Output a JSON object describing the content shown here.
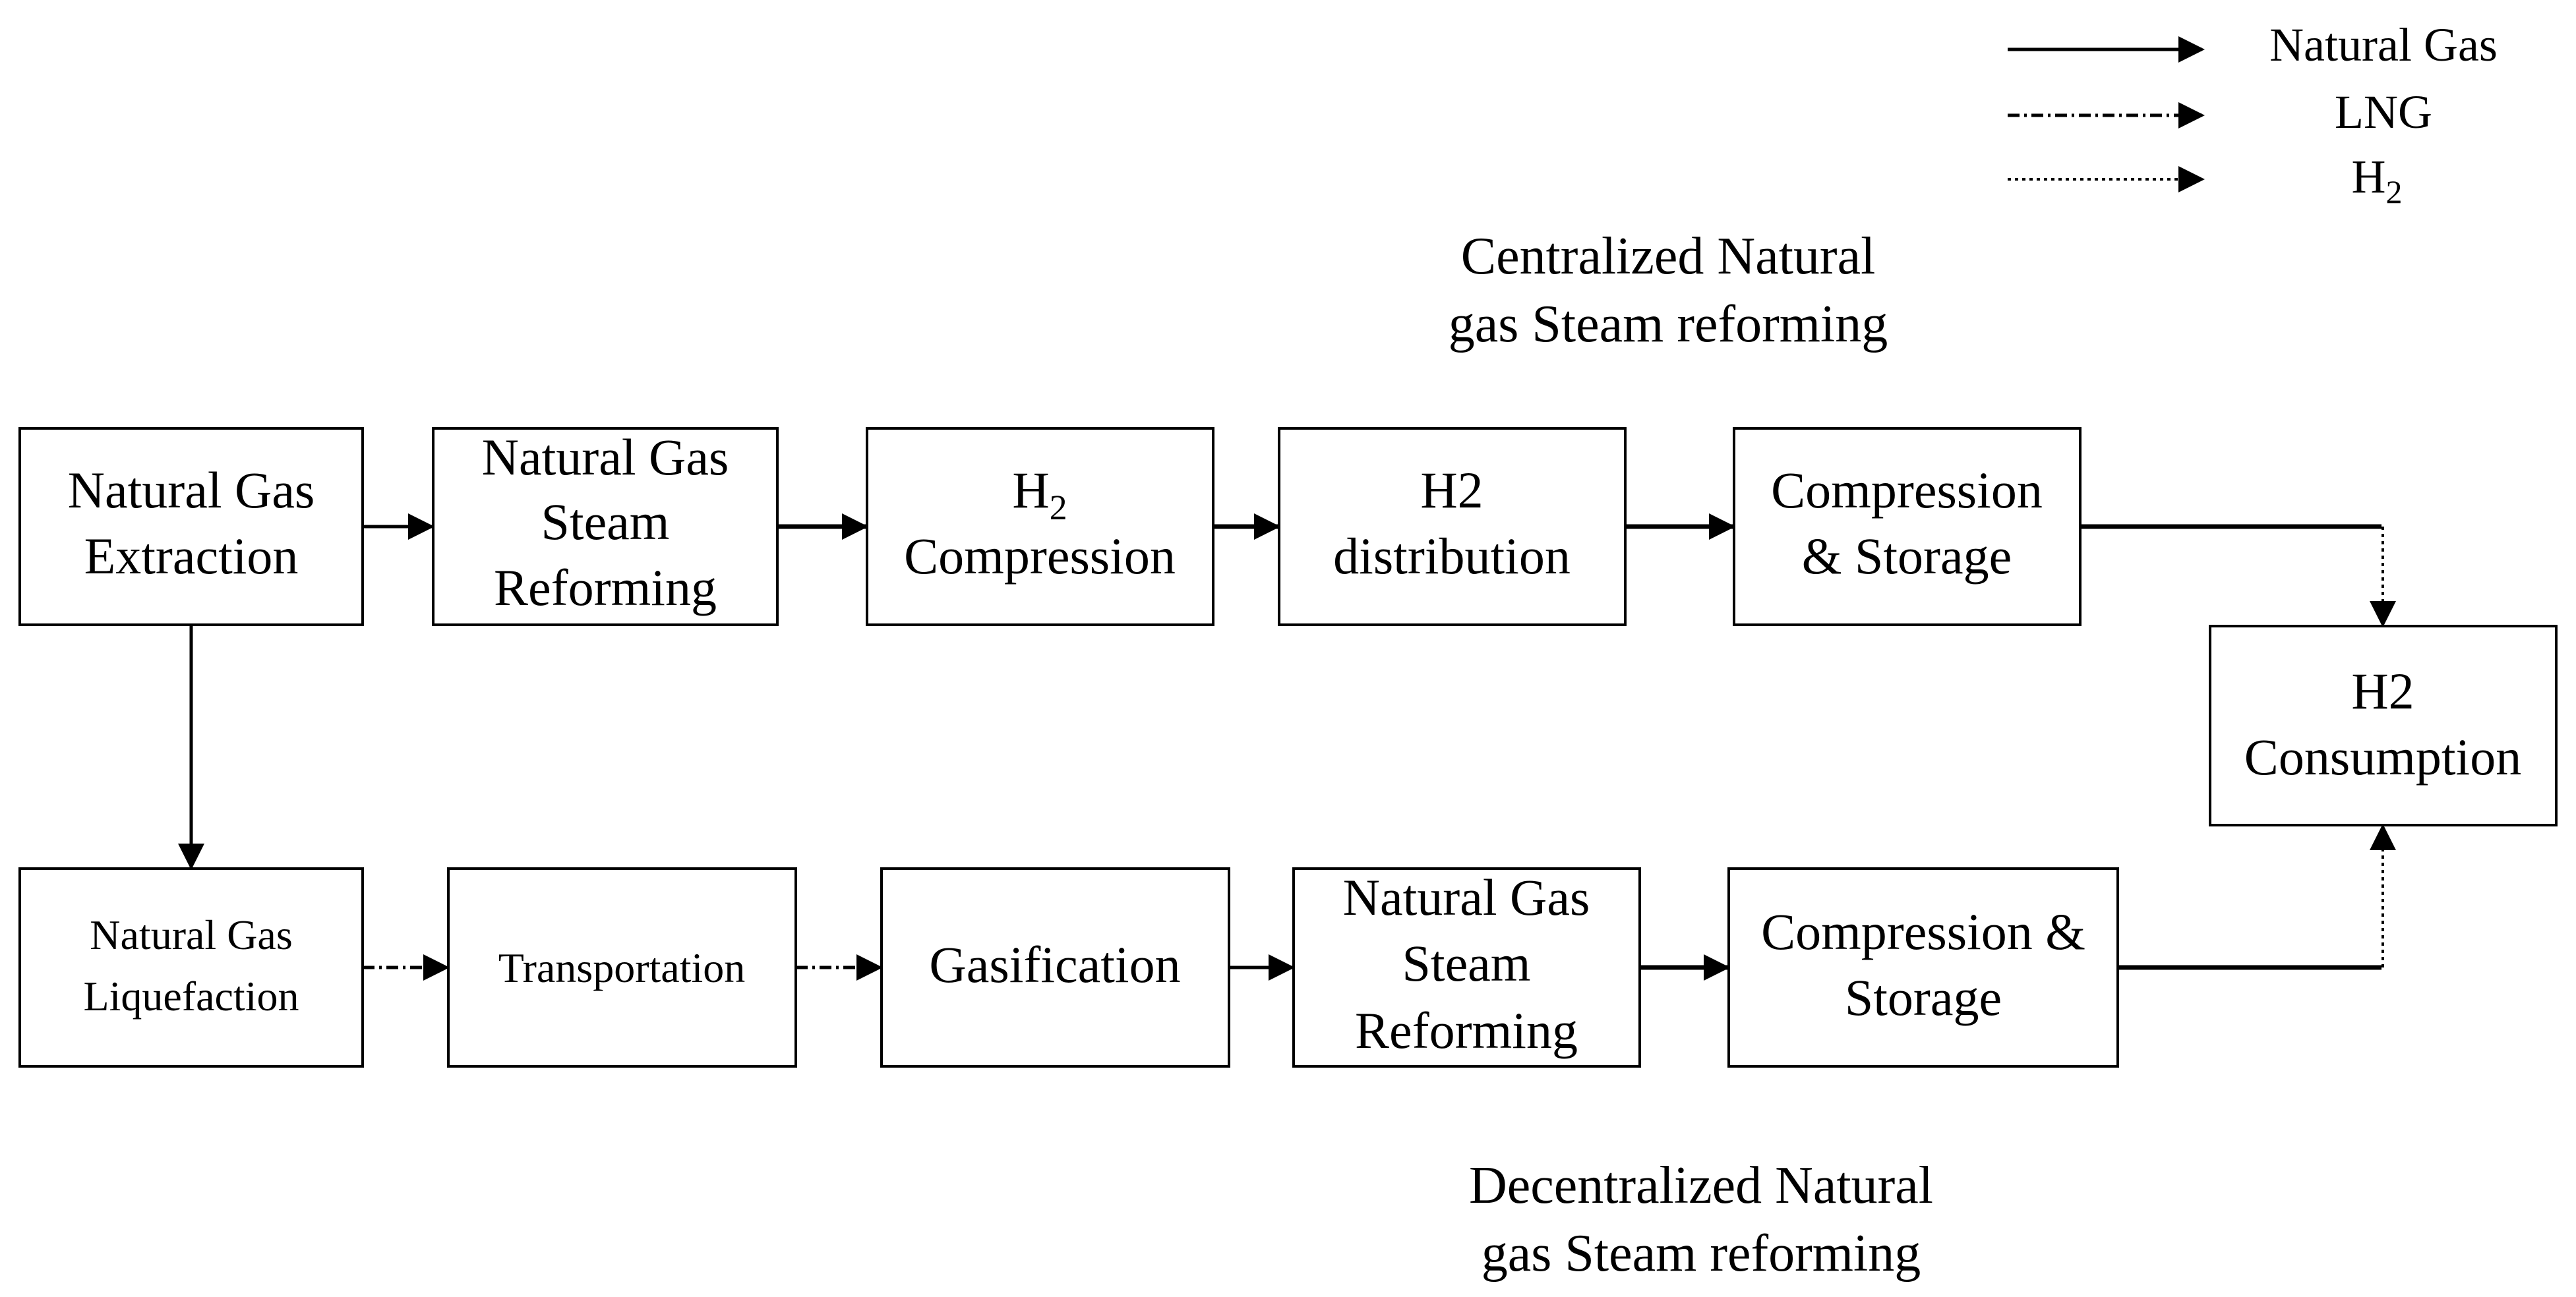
{
  "legend": {
    "natural_gas": "Natural Gas",
    "lng": "LNG",
    "h2_base": "H",
    "h2_sub": "2"
  },
  "captions": {
    "centralized": [
      "Centralized Natural",
      "gas Steam reforming"
    ],
    "decentralized": [
      "Decentralized Natural",
      "gas Steam reforming"
    ]
  },
  "top_row": {
    "extraction": [
      "Natural Gas",
      "Extraction"
    ],
    "steam_reforming": [
      "Natural Gas",
      "Steam",
      "Reforming"
    ],
    "h2_compression_base": "H",
    "h2_compression_sub": "2",
    "h2_compression_label": "Compression",
    "h2_distribution": [
      "H2",
      "distribution"
    ],
    "compression_storage": [
      "Compression",
      "& Storage"
    ]
  },
  "consumption": [
    "H2",
    "Consumption"
  ],
  "bottom_row": {
    "liquefaction": [
      "Natural Gas",
      "Liquefaction"
    ],
    "transportation": "Transportation",
    "gasification": "Gasification",
    "steam_reforming": [
      "Natural Gas",
      "Steam",
      "Reforming"
    ],
    "compression_storage": [
      "Compression &",
      "Storage"
    ]
  }
}
